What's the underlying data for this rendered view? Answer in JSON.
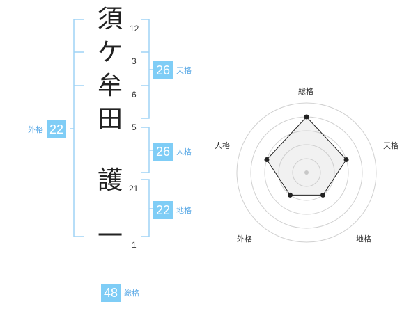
{
  "name": {
    "chars": [
      {
        "char": "須",
        "strokes": "12"
      },
      {
        "char": "ケ",
        "strokes": "3"
      },
      {
        "char": "牟",
        "strokes": "6"
      },
      {
        "char": "田",
        "strokes": "5"
      },
      {
        "char": "護",
        "strokes": "21"
      },
      {
        "char": "一",
        "strokes": "1"
      }
    ]
  },
  "fortunes": {
    "tenkaku": {
      "value": "26",
      "label": "天格"
    },
    "jinkaku": {
      "value": "26",
      "label": "人格"
    },
    "chikaku": {
      "value": "22",
      "label": "地格"
    },
    "gaikaku": {
      "value": "22",
      "label": "外格"
    },
    "soukaku": {
      "value": "48",
      "label": "総格"
    }
  },
  "colors": {
    "accent": "#7fcdf6",
    "label": "#5aa9e6",
    "line": "#9fd3f5"
  },
  "radar": {
    "axes": [
      "総格",
      "天格",
      "地格",
      "外格",
      "人格"
    ],
    "scores": [
      4,
      3,
      2,
      2,
      3
    ],
    "max": 5
  }
}
